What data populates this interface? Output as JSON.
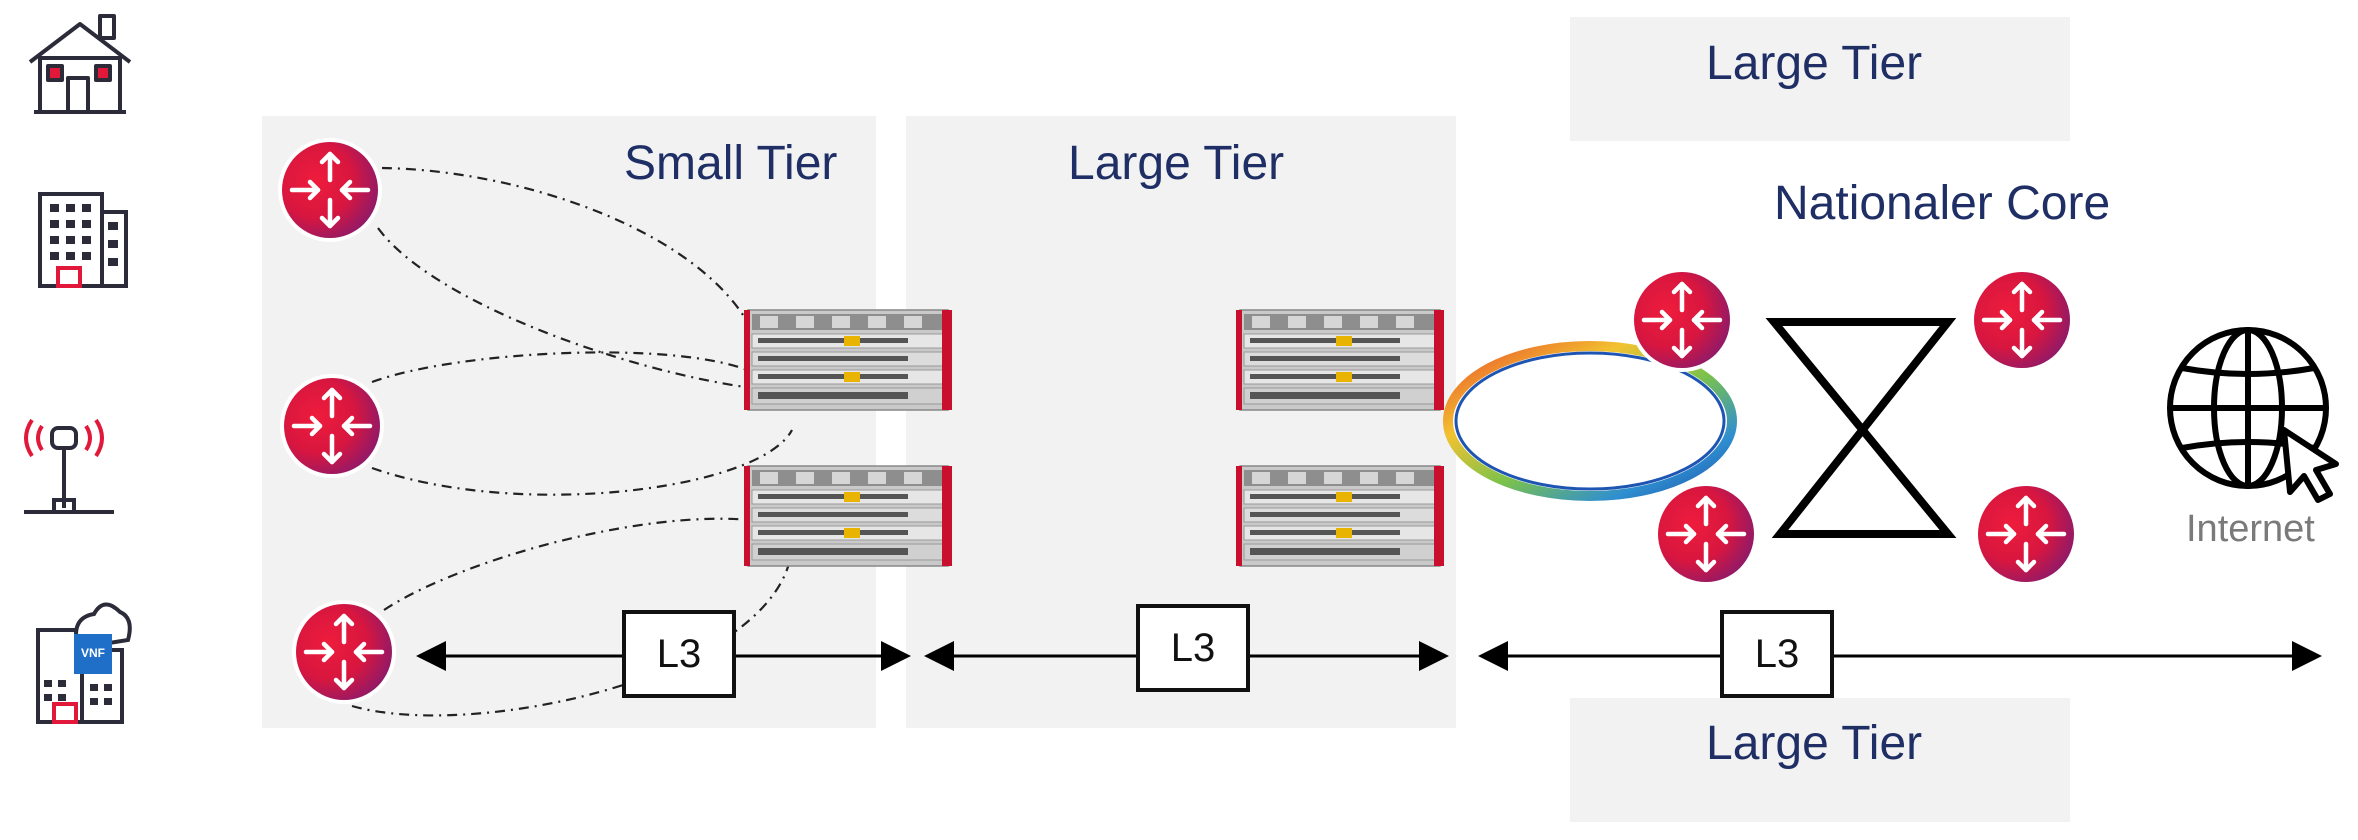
{
  "tiers": {
    "small_tier": "Small Tier",
    "large_tier_access": "Large Tier",
    "large_tier_top": "Large Tier",
    "large_tier_bottom": "Large Tier",
    "national_core": "Nationaler Core"
  },
  "links": {
    "l3_left": "L3",
    "l3_middle": "L3",
    "l3_right": "L3"
  },
  "internet": {
    "label": "Internet"
  },
  "vnf": {
    "label": "VNF"
  },
  "colors": {
    "panel": "#f2f2f2",
    "tier_text": "#1f2f66",
    "router_red": "#e2183a",
    "router_purple": "#8c1a6a"
  },
  "icons": [
    "house-icon",
    "office-building-icon",
    "cell-tower-icon",
    "datacenter-vnf-icon",
    "router-icon",
    "chassis-router-icon",
    "globe-cursor-icon"
  ]
}
